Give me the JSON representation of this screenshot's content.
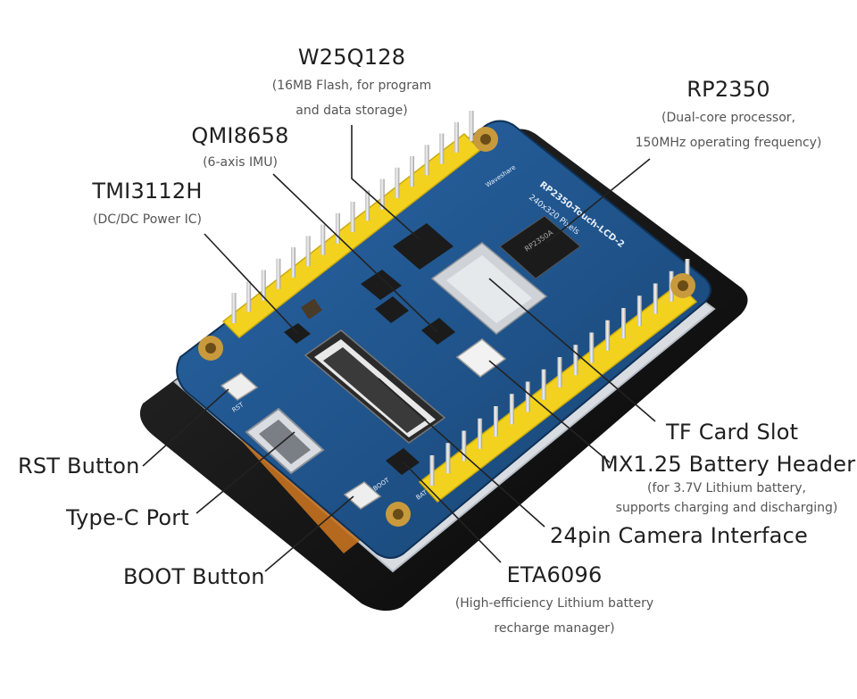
{
  "board": {
    "silkscreen_name": "RP2350-Touch-LCD-2",
    "silkscreen_res": "240x320 Pixels",
    "brand": "Waveshare",
    "chip_text": "RP2350A",
    "btn_boot": "BOOT",
    "btn_rst": "RST",
    "bat_text": "BAT"
  },
  "labels": {
    "w25q128": {
      "title": "W25Q128",
      "sub1": "(16MB Flash, for program",
      "sub2": "and data storage)"
    },
    "rp2350": {
      "title": "RP2350",
      "sub1": "(Dual-core processor,",
      "sub2": "150MHz operating frequency)"
    },
    "qmi8658": {
      "title": "QMI8658",
      "sub1": "(6-axis IMU)"
    },
    "tmi3112h": {
      "title": "TMI3112H",
      "sub1": "(DC/DC Power IC)"
    },
    "tf_card": {
      "title": "TF Card Slot"
    },
    "battery_header": {
      "title": "MX1.25 Battery Header",
      "sub1": "(for 3.7V Lithium battery,",
      "sub2": "supports charging and discharging)"
    },
    "camera": {
      "title": "24pin Camera Interface"
    },
    "eta6096": {
      "title": "ETA6096",
      "sub1": "(High-efficiency Lithium battery",
      "sub2": "recharge manager)"
    },
    "rst_button": {
      "title": "RST Button"
    },
    "typec": {
      "title": "Type-C Port"
    },
    "boot_button": {
      "title": "BOOT Button"
    }
  },
  "colors": {
    "pcb": "#1d4f86",
    "pcb_dark": "#173f6c",
    "headers": "#f3d21f",
    "frame": "#111111",
    "chip": "#1b1b1b",
    "gold": "#c89a3c",
    "leader": "#222222"
  }
}
